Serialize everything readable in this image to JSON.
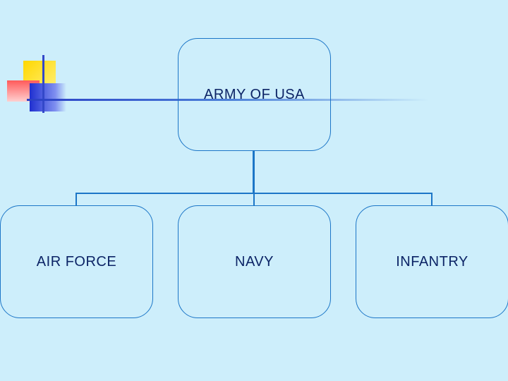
{
  "diagram": {
    "root": {
      "label": "ARMY OF USA"
    },
    "children": [
      {
        "label": "AIR FORCE"
      },
      {
        "label": "NAVY"
      },
      {
        "label": "INFANTRY"
      }
    ]
  },
  "colors": {
    "background": "#cdeefb",
    "box_border": "#1c76c7",
    "connector": "#1c76c7",
    "text": "#0c2466"
  }
}
